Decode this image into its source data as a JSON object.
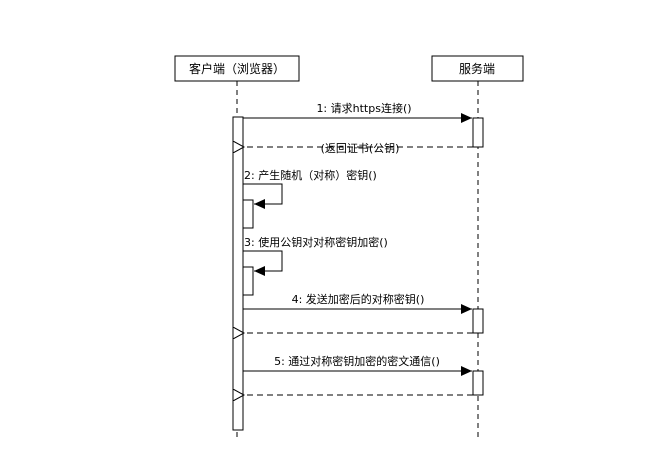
{
  "participants": {
    "client": "客户端（浏览器）",
    "server": "服务端"
  },
  "messages": {
    "m1": "1: 请求https连接()",
    "r1": "(返回证书(公钥)",
    "m2": "2: 产生随机（对称）密钥()",
    "m3": "3: 使用公钥对对称密钥加密()",
    "m4": "4: 发送加密后的对称密钥()",
    "m5": "5: 通过对称密钥加密的密文通信()"
  }
}
